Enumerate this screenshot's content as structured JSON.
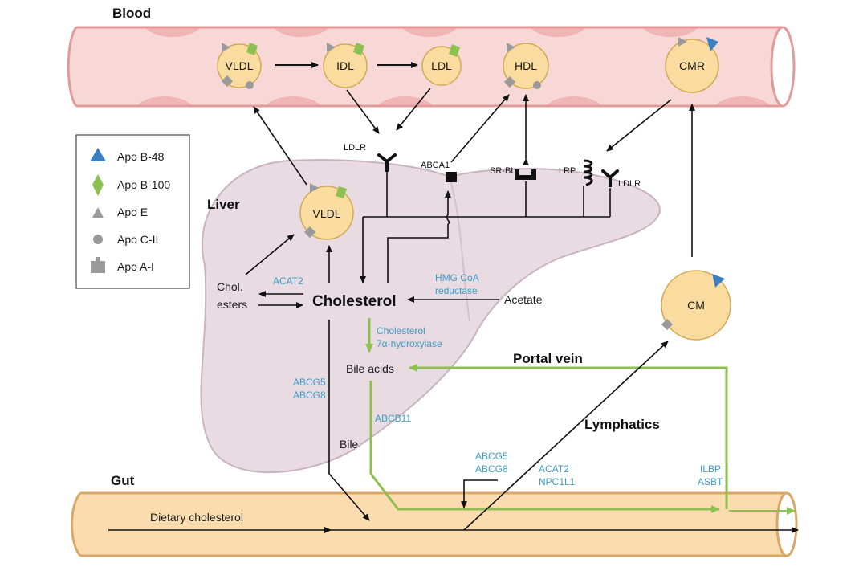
{
  "labels": {
    "blood": "Blood",
    "liver": "Liver",
    "gut": "Gut",
    "cholesterol": "Cholesterol",
    "portal_vein": "Portal vein",
    "lymphatics": "Lymphatics",
    "bile": "Bile",
    "bile_acids": "Bile acids",
    "chol_esters_1": "Chol.",
    "chol_esters_2": "esters",
    "acetate": "Acetate",
    "dietary_cholesterol": "Dietary cholesterol"
  },
  "particles": {
    "vldl_blood": "VLDL",
    "idl": "IDL",
    "ldl": "LDL",
    "hdl": "HDL",
    "cmr": "CMR",
    "vldl_liver": "VLDL",
    "cm": "CM"
  },
  "receptors": {
    "ldlr_left": "LDLR",
    "abca1": "ABCA1",
    "srbi": "SR-BI",
    "lrp": "LRP",
    "ldlr_right": "LDLR"
  },
  "enzymes": {
    "acat2_liver": "ACAT2",
    "hmgcoa_1": "HMG CoA",
    "hmgcoa_2": "reductase",
    "cyp7a1_1": "Cholesterol",
    "cyp7a1_2": "7α-hydroxylase",
    "abcg5_liver": "ABCG5",
    "abcg8_liver": "ABCG8",
    "abcb11": "ABCB11",
    "abcg5_gut": "ABCG5",
    "abcg8_gut": "ABCG8",
    "acat2_gut": "ACAT2",
    "npc1l1": "NPC1L1",
    "ilbp": "ILBP",
    "asbt": "ASBT"
  },
  "legend": {
    "items": [
      {
        "label": "Apo B-48",
        "icon": "triangle",
        "color": "#3a7fbf"
      },
      {
        "label": "Apo B-100",
        "icon": "diamond",
        "color": "#8cc152"
      },
      {
        "label": "Apo E",
        "icon": "triangle",
        "color": "#9a9a9a"
      },
      {
        "label": "Apo C-II",
        "icon": "circle",
        "color": "#9a9a9a"
      },
      {
        "label": "Apo A-I",
        "icon": "square-tab",
        "color": "#9a9a9a"
      }
    ]
  },
  "colors": {
    "vessel_fill": "#f8d7d7",
    "vessel_stroke": "#e29a9a",
    "vessel_patch": "#f0b5b5",
    "liver_fill": "#e8dbe2",
    "liver_stroke": "#c9b3c1",
    "gut_fill": "#fbdcae",
    "gut_stroke": "#d9a868",
    "particle_fill": "#fbdca0",
    "particle_stroke": "#d2aa55",
    "green": "#8cc152",
    "blue_text": "#3f9cc4",
    "apo_b48": "#3a7fbf",
    "apo_b100": "#8cc152",
    "apo_grey": "#9a9a9a"
  }
}
